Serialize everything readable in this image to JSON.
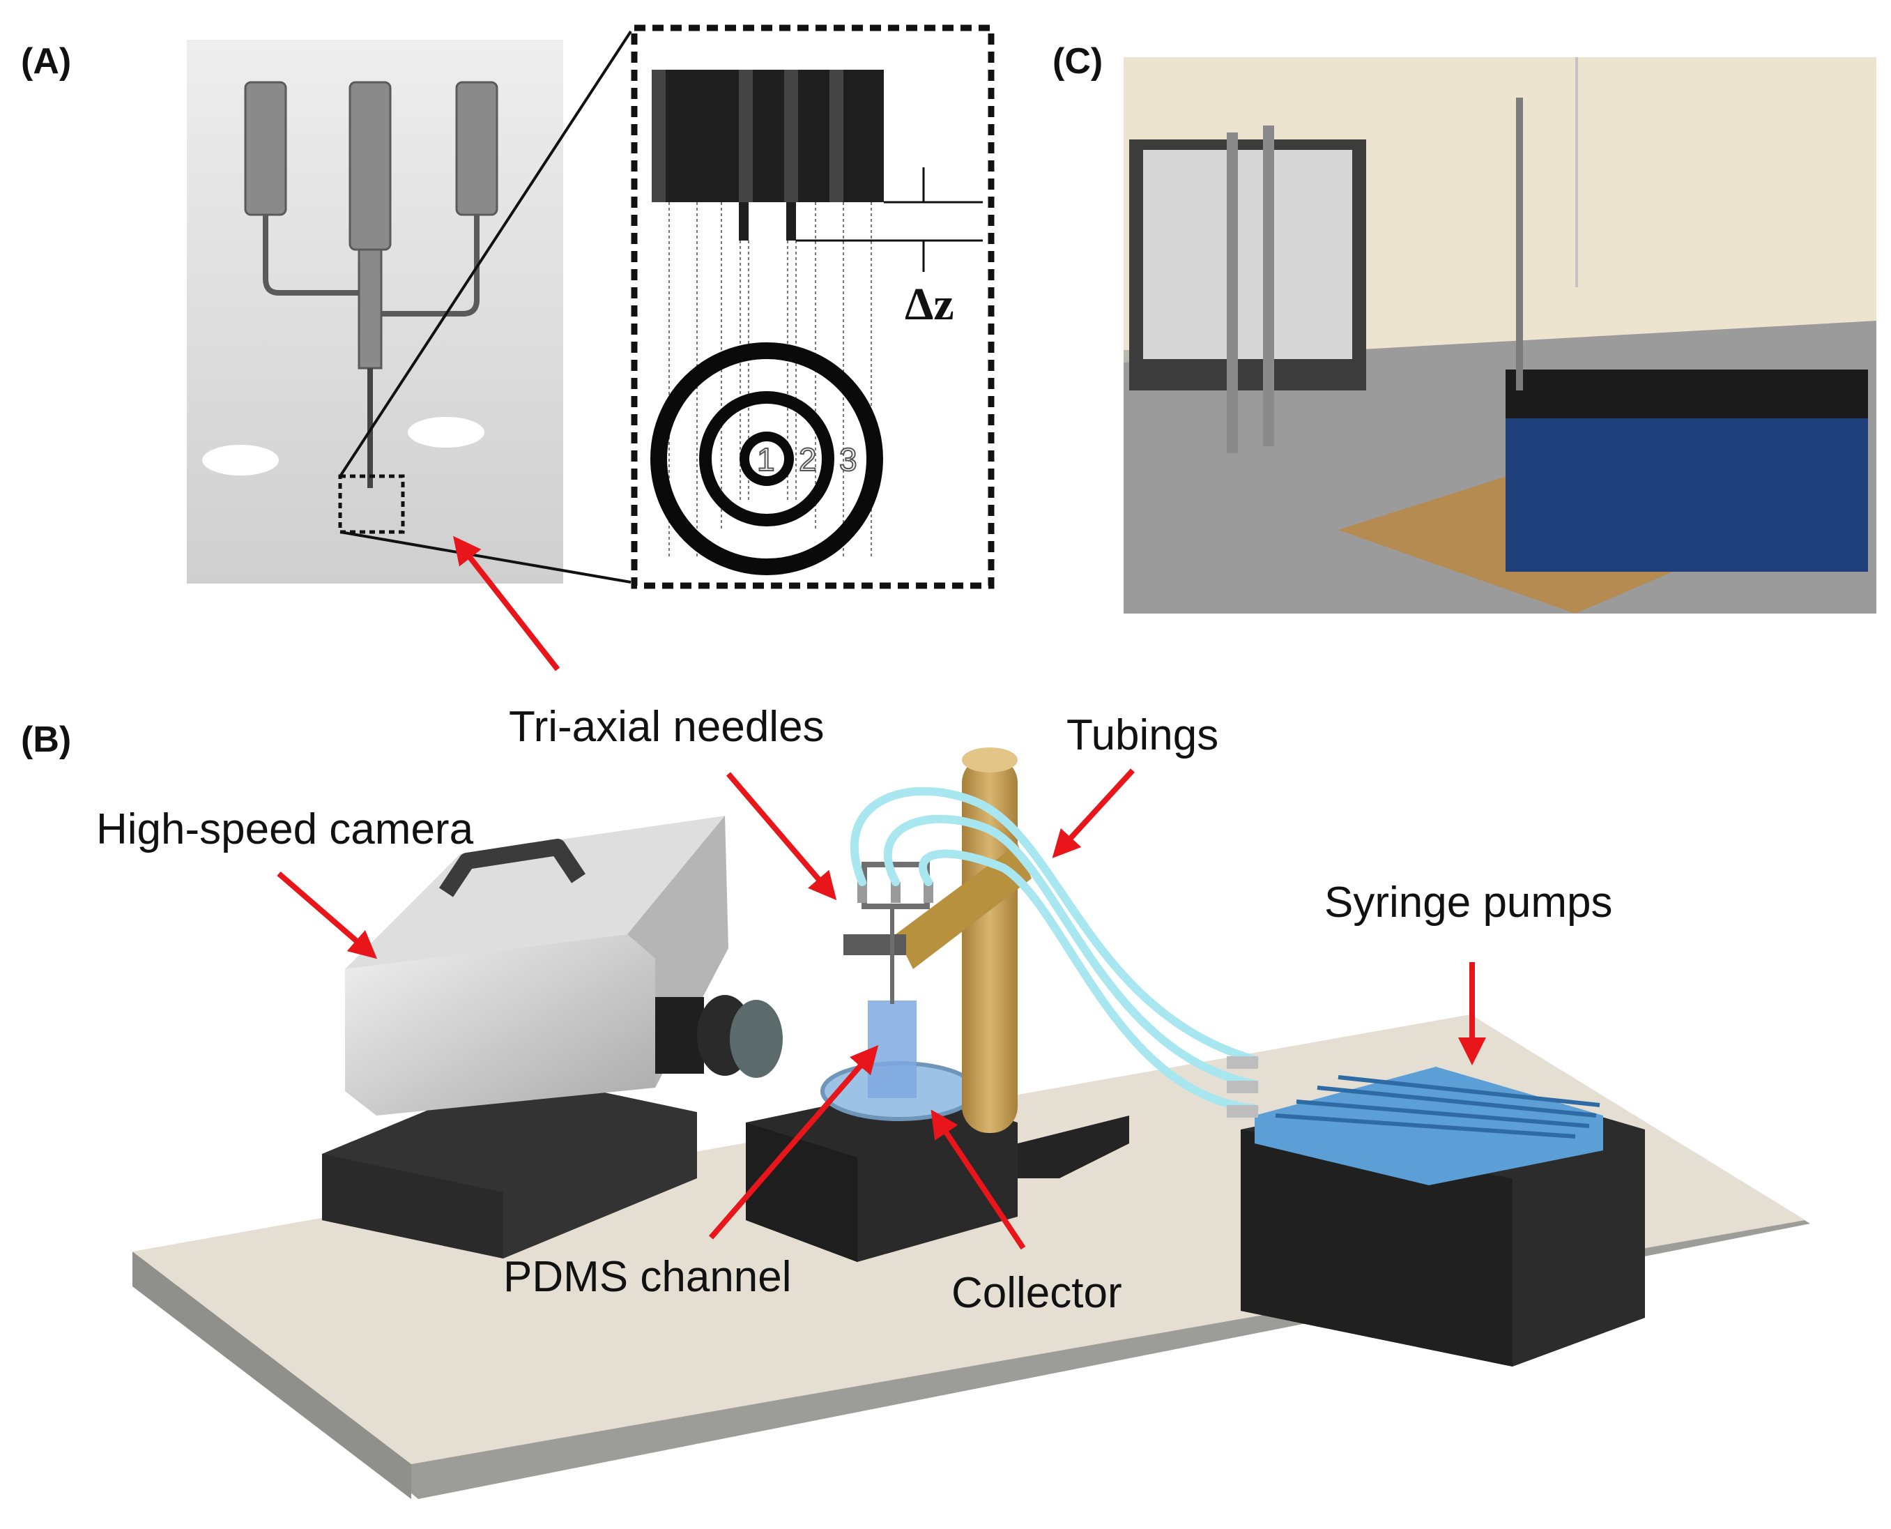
{
  "panels": {
    "a": {
      "label": "(A)"
    },
    "b": {
      "label": "(B)"
    },
    "c": {
      "label": "(C)"
    }
  },
  "inset": {
    "delta_label": "Δz",
    "rings": [
      "1",
      "2",
      "3"
    ]
  },
  "callouts": {
    "needles": "Tri-axial needles",
    "tubings": "Tubings",
    "camera": "High-speed camera",
    "pumps": "Syringe pumps",
    "pdms": "PDMS channel",
    "collector": "Collector"
  },
  "colors": {
    "arrow": "#e8151b",
    "tubing": "#a8e6f0",
    "stand": "#c9a35a",
    "base": "#e6e1d6",
    "block": "#2b2b2b",
    "pump_top": "#5b9fd6",
    "camera_body": "#cfcfcf"
  }
}
